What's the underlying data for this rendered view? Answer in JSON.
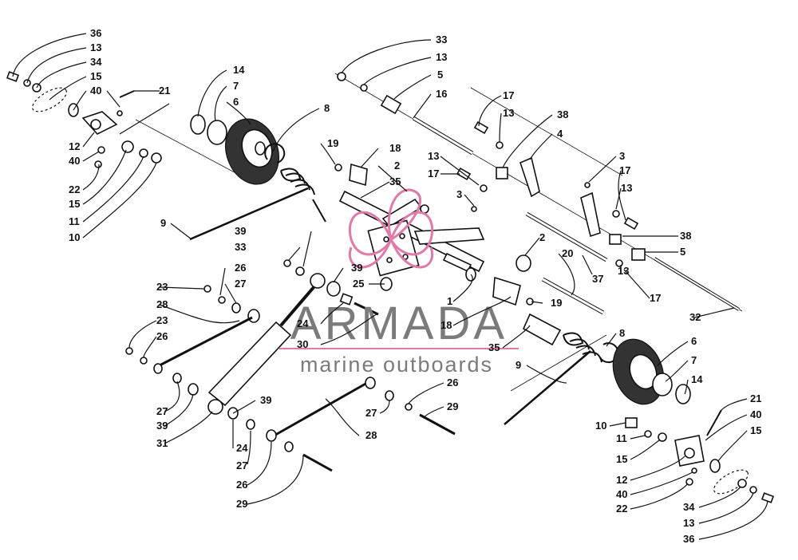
{
  "watermark": {
    "brand": "ARMADA",
    "tagline": "marine outboards",
    "logo_color": "#e07aa8",
    "rule_color": "#e07aa8"
  },
  "callouts": {
    "c36a": "36",
    "c13a": "13",
    "c34a": "34",
    "c15a": "15",
    "c40a": "40",
    "c21a": "21",
    "c12a": "12",
    "c40b": "40",
    "c22a": "22",
    "c15b": "15",
    "c11a": "11",
    "c10a": "10",
    "c14a": "14",
    "c7a": "7",
    "c6a": "6",
    "c8a": "8",
    "c9a": "9",
    "c33a": "33",
    "c13b": "13",
    "c5a": "5",
    "c16a": "16",
    "c17a": "17",
    "c13c": "13",
    "c38a": "38",
    "c4a": "4",
    "c19a": "19",
    "c18a": "18",
    "c2a": "2",
    "c35a": "35",
    "c13d": "13",
    "c17b": "17",
    "c3a": "3",
    "c3b": "3",
    "c17c": "17",
    "c13e": "13",
    "c38b": "38",
    "c5b": "5",
    "c2b": "2",
    "c20a": "20",
    "c37a": "37",
    "c13f": "13",
    "c17d": "17",
    "c32a": "32",
    "c39a": "39",
    "c33b": "33",
    "c26a": "26",
    "c27a": "27",
    "c23a": "23",
    "c28a": "28",
    "c39b": "39",
    "c25a": "25",
    "c24a": "24",
    "c30a": "30",
    "c1a": "1",
    "c18b": "18",
    "c19b": "19",
    "c23b": "23",
    "c26b": "26",
    "c27b": "27",
    "c39c": "39",
    "c31a": "31",
    "c39d": "39",
    "c24b": "24",
    "c27c": "27",
    "c26c": "26",
    "c29a": "29",
    "c28b": "28",
    "c27d": "27",
    "c26d": "26",
    "c29b": "29",
    "c35b": "35",
    "c9b": "9",
    "c8b": "8",
    "c6b": "6",
    "c7b": "7",
    "c14b": "14",
    "c21b": "21",
    "c40c": "40",
    "c15c": "15",
    "c10b": "10",
    "c11b": "11",
    "c15d": "15",
    "c12b": "12",
    "c40d": "40",
    "c22b": "22",
    "c34b": "34",
    "c13g": "13",
    "c36b": "36"
  }
}
